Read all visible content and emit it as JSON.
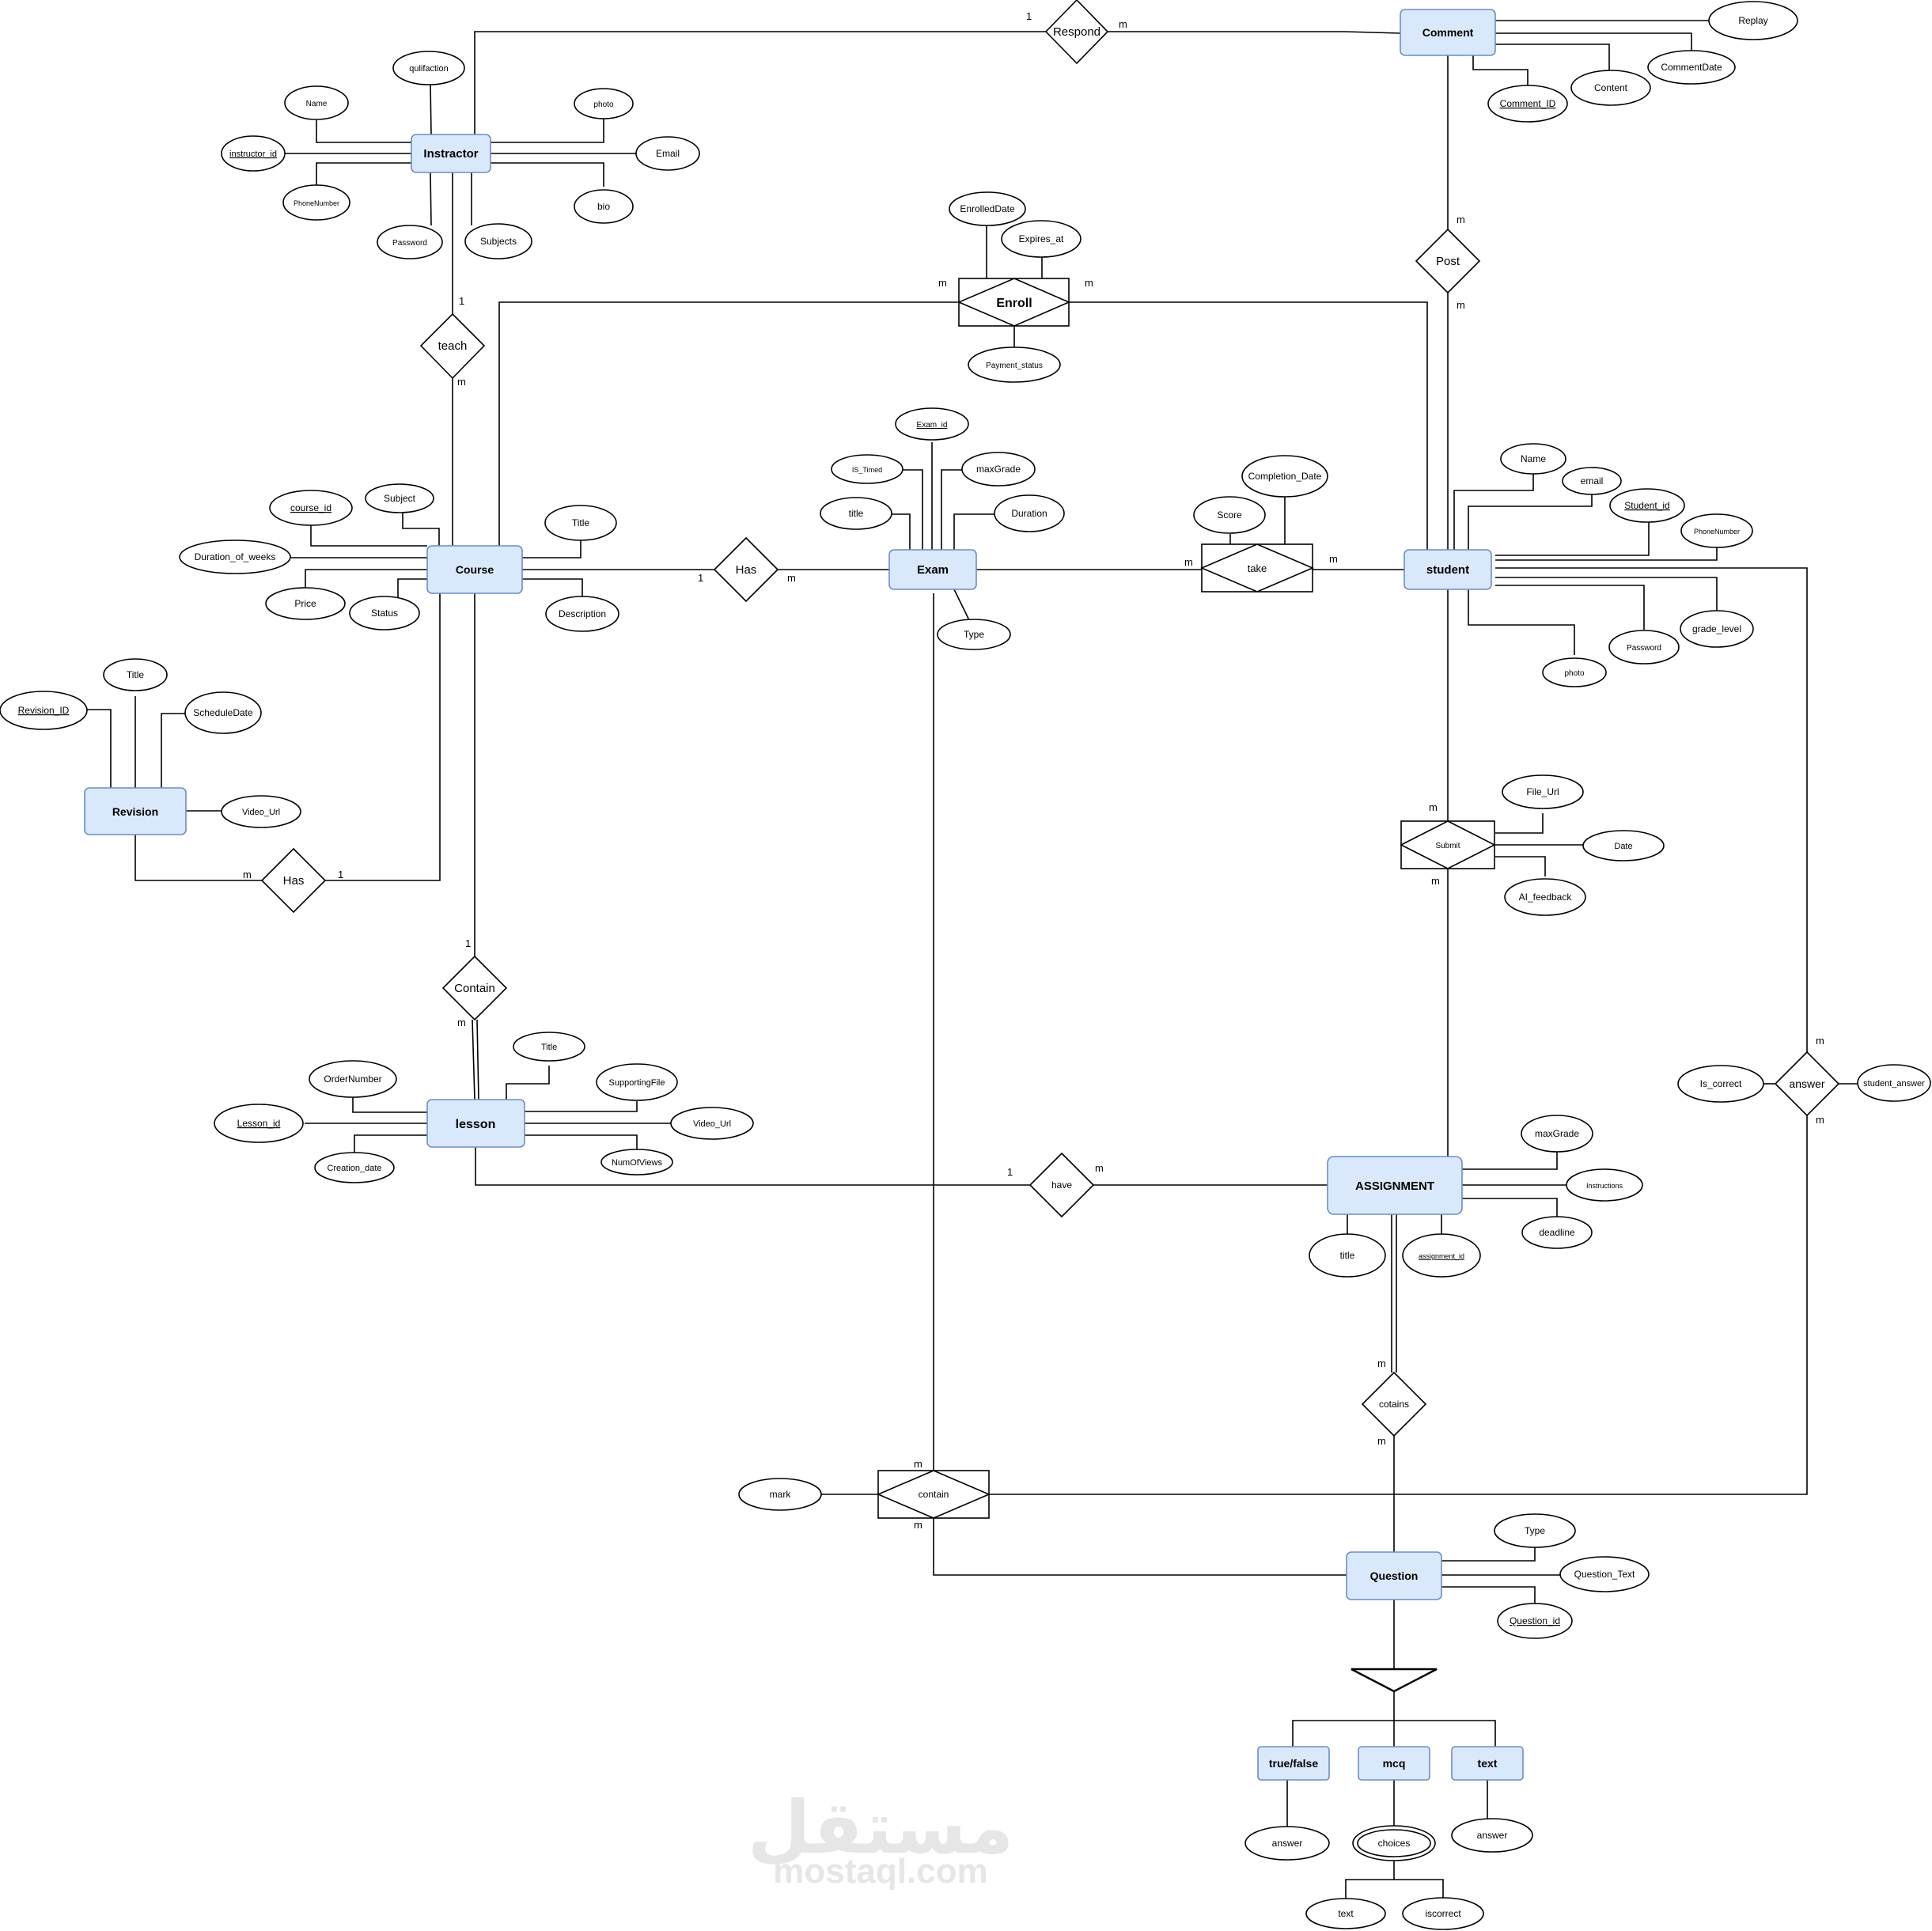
{
  "entities": {
    "instructor": "Instractor",
    "comment": "Comment",
    "course": "Course",
    "exam": "Exam",
    "student": "student",
    "revision": "Revision",
    "lesson": "lesson",
    "assignment": "ASSIGNMENT",
    "question": "Question",
    "truefalse": "true/false",
    "mcq": "mcq",
    "text": "text"
  },
  "relationships": {
    "respond": "Respond",
    "enroll": "Enroll",
    "post": "Post",
    "teach": "teach",
    "has_course_exam": "Has",
    "take": "take",
    "has_revision": "Has",
    "submit": "Submit",
    "contain_lesson": "Contain",
    "answer": "answer",
    "have": "have",
    "cotains": "cotains",
    "contain_exam": "contain"
  },
  "attributes": {
    "instructor": {
      "name": "Name",
      "qualification": "qulifaction",
      "photo": "photo",
      "id": "instructor_id",
      "email": "Email",
      "phone": "PhoneNumber",
      "bio": "bio",
      "password": "Password",
      "subjects": "Subjects"
    },
    "comment": {
      "replay": "Replay",
      "date": "CommentDate",
      "content": "Content",
      "id": "Comment_ID"
    },
    "enroll": {
      "enrolled_date": "EnrolledDate",
      "expires_at": "Expires_at",
      "payment_status": "Payment_status"
    },
    "exam": {
      "id": "Exam_id",
      "is_timed": "IS_Timed",
      "max_grade": "maxGrade",
      "title": "title",
      "duration": "Duration",
      "type": "Type"
    },
    "take": {
      "completion_date": "Completion_Date",
      "score": "Score"
    },
    "student": {
      "name": "Name",
      "email": "email",
      "id": "Student_id",
      "phone": "PhoneNumber",
      "grade_level": "grade_level",
      "password": "Password",
      "photo": "photo"
    },
    "course": {
      "id": "course_id",
      "subject": "Subject",
      "title": "Title",
      "duration": "Duration_of_weeks",
      "price": "Price",
      "status": "Status",
      "description": "Description"
    },
    "revision": {
      "title": "Title",
      "id": "Revision_ID",
      "schedule_date": "ScheduleDate",
      "video_url": "Video_Url"
    },
    "submit": {
      "file_url": "File_Url",
      "date": "Date",
      "ai_feedback": "AI_feedback"
    },
    "lesson": {
      "title": "Title",
      "order": "OrderNumber",
      "supporting_file": "SupportingFile",
      "id": "Lesson_id",
      "video_url": "Video_Url",
      "creation_date": "Creation_date",
      "views": "NumOfViews"
    },
    "answer": {
      "is_correct": "Is_correct",
      "student_answer": "student_answer"
    },
    "assignment": {
      "max_grade": "maxGrade",
      "instructions": "Instructions",
      "deadline": "deadline",
      "title": "title",
      "id": "assignment_id"
    },
    "contain": {
      "mark": "mark"
    },
    "question": {
      "type": "Type",
      "text": "Question_Text",
      "id": "Question_id"
    },
    "truefalse": {
      "answer": "answer"
    },
    "mcq": {
      "choices": "choices",
      "text": "text",
      "iscorrect": "iscorrect"
    },
    "text_q": {
      "answer": "answer"
    }
  },
  "cardinalities": {
    "one": "1",
    "many": "m"
  },
  "watermark": {
    "arabic": "مستقل",
    "latin": "mostaql.com"
  }
}
